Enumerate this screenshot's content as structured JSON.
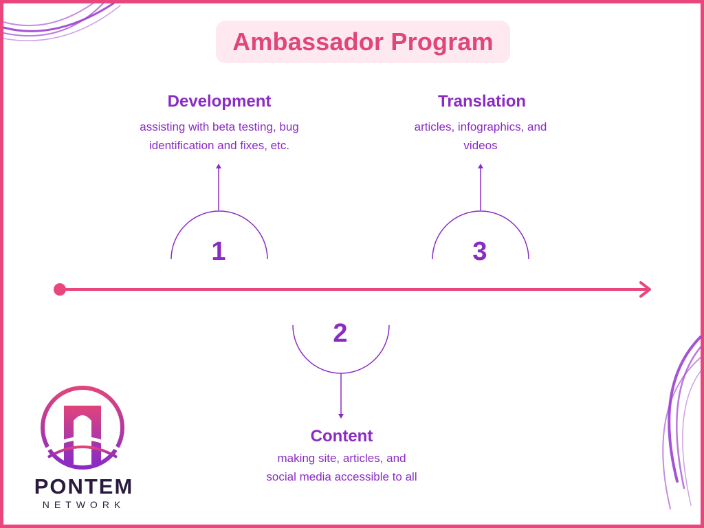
{
  "title": "Ambassador Program",
  "colors": {
    "pink": "#e9467e",
    "purple": "#8a2bc4",
    "title_bg": "#fde9ef",
    "logo_dark": "#2a1a3e"
  },
  "steps": [
    {
      "number": "1",
      "title": "Development",
      "description_line1": "assisting with beta testing, bug",
      "description_line2": "identification and fixes, etc."
    },
    {
      "number": "2",
      "title": "Content",
      "description_line1": "making site, articles, and",
      "description_line2": "social media accessible to all"
    },
    {
      "number": "3",
      "title": "Translation",
      "description_line1": "articles, infographics, and",
      "description_line2": "videos"
    }
  ],
  "logo": {
    "name": "PONTEM",
    "sub": "NETWORK"
  }
}
